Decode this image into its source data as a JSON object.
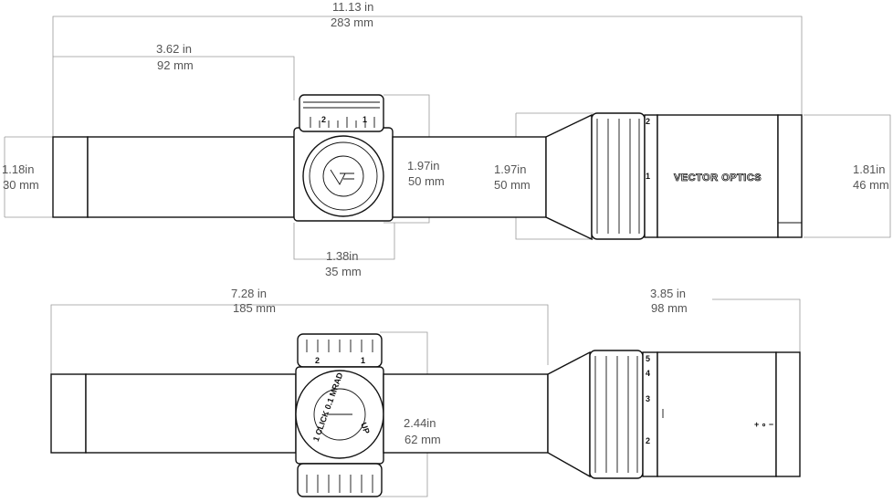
{
  "top": {
    "overall_length_in": "11.13 in",
    "overall_length_mm": "283 mm",
    "front_length_in": "3.62 in",
    "front_length_mm": "92 mm",
    "eyepiece_dia_in": "1.18in",
    "eyepiece_dia_mm": "30 mm",
    "turret_height_in": "1.97in",
    "turret_height_mm": "50 mm",
    "bell_dia_in": "1.97in",
    "bell_dia_mm": "50 mm",
    "objective_dia_in": "1.81in",
    "objective_dia_mm": "46 mm",
    "turret_width_in": "1.38in",
    "turret_width_mm": "35 mm",
    "brand": "VECTOR OPTICS",
    "turret_marks": [
      "2",
      "1"
    ],
    "zoom_marks": [
      "2",
      "1"
    ]
  },
  "bottom": {
    "length_in": "7.28 in",
    "length_mm": "185 mm",
    "eyepiece_length_in": "3.85 in",
    "eyepiece_length_mm": "98 mm",
    "turret_height_in": "2.44in",
    "turret_height_mm": "62 mm",
    "turret_text": "1 CLICK 0.1 MRAD",
    "turret_up": "UP",
    "turret_marks": [
      "2",
      "1"
    ],
    "zoom_marks": [
      "5",
      "4",
      "3",
      "2"
    ],
    "zoom_indicator": "+ ∘ −"
  }
}
